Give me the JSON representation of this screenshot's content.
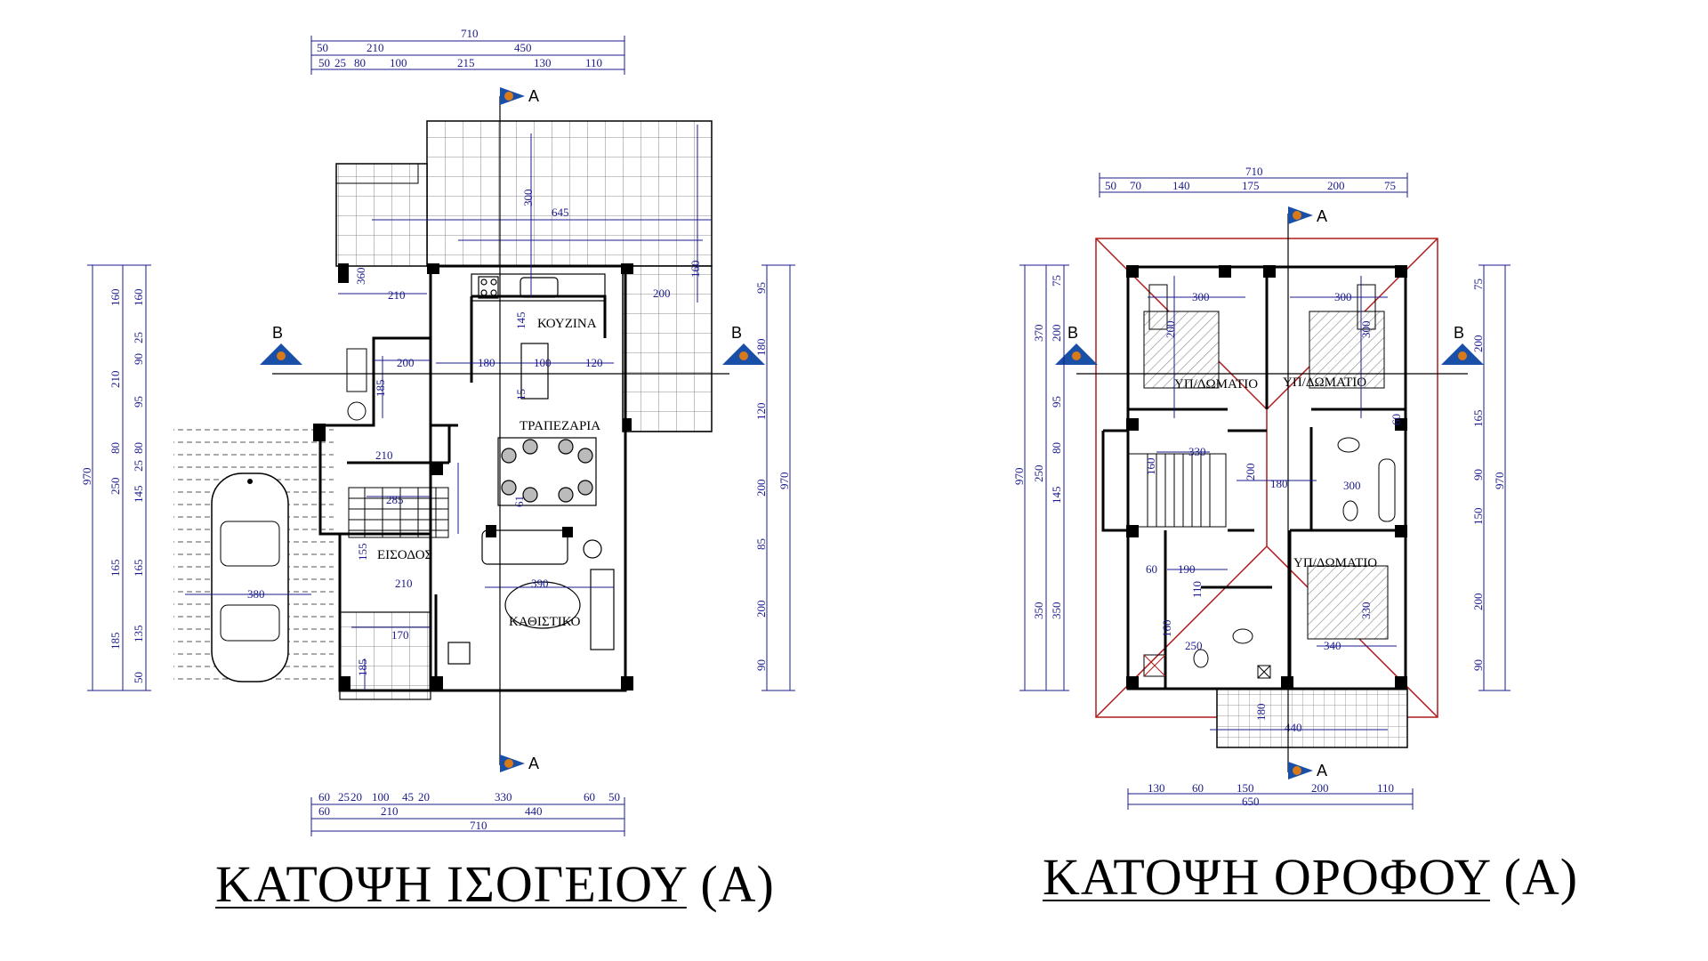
{
  "titles": {
    "ground": {
      "main": "ΚΑΤΟΨΗ ΙΣΟΓΕΙΟΥ",
      "suffix": "(Α)"
    },
    "floor": {
      "main": "ΚΑΤΟΨΗ ΟΡΟΦΟΥ",
      "suffix": "(Α)"
    }
  },
  "section_labels": {
    "a": "Α",
    "b": "Β"
  },
  "ground_rooms": {
    "kitchen": "ΚΟΥΖΙΝΑ",
    "dining": "ΤΡΑΠΕΖΑΡΙΑ",
    "entrance": "ΕΙΣΟΔΟΣ",
    "living": "ΚΑΘΙΣΤΙΚΟ"
  },
  "floor_rooms": {
    "bedroom_1": "ΥΠ/ΔΩΜΑΤΙΟ",
    "bedroom_2": "ΥΠ/ΔΩΜΑΤΙΟ",
    "bedroom_3": "ΥΠ/ΔΩΜΑΤΙΟ"
  },
  "ground_dims": {
    "top_total": "710",
    "top_row1": [
      "50",
      "210",
      "450"
    ],
    "top_row2": [
      "50",
      "25",
      "80",
      "100",
      "215",
      "130",
      "110"
    ],
    "bottom_row1": [
      "60",
      "25",
      "20",
      "100",
      "45",
      "20",
      "330",
      "60",
      "50"
    ],
    "bottom_row2": [
      "60",
      "210",
      "440"
    ],
    "bottom_total": "710",
    "left_total": "970",
    "left_col1": [
      "210",
      "250",
      "185"
    ],
    "left_col2": [
      "160",
      "25",
      "90",
      "95",
      "80",
      "25",
      "145",
      "165",
      "135",
      "50"
    ],
    "right_col1": [
      "95",
      "180",
      "120",
      "200",
      "85",
      "200",
      "90"
    ],
    "right_total": "970",
    "inner": [
      "360",
      "210",
      "200",
      "180",
      "100",
      "120",
      "185",
      "210",
      "285",
      "390",
      "210",
      "380",
      "185",
      "300",
      "645",
      "200",
      "160",
      "145",
      "15",
      "170",
      "61",
      "155"
    ]
  },
  "floor_dims": {
    "top_total": "710",
    "top_row": [
      "50",
      "70",
      "140",
      "175",
      "200",
      "75"
    ],
    "bottom_row": [
      "130",
      "60",
      "150",
      "200",
      "110"
    ],
    "bottom_total": "650",
    "left_total": "970",
    "left_col1": [
      "370",
      "250",
      "350"
    ],
    "left_col2": [
      "75",
      "200",
      "95",
      "80",
      "145",
      "350"
    ],
    "right_col1": [
      "75",
      "200",
      "165",
      "90",
      "150",
      "200",
      "90"
    ],
    "right_total": "970",
    "inner": [
      "300",
      "300",
      "200",
      "300",
      "330",
      "180",
      "200",
      "160",
      "190",
      "60",
      "110",
      "160",
      "250",
      "340",
      "330",
      "440",
      "180",
      "300",
      "60"
    ]
  }
}
